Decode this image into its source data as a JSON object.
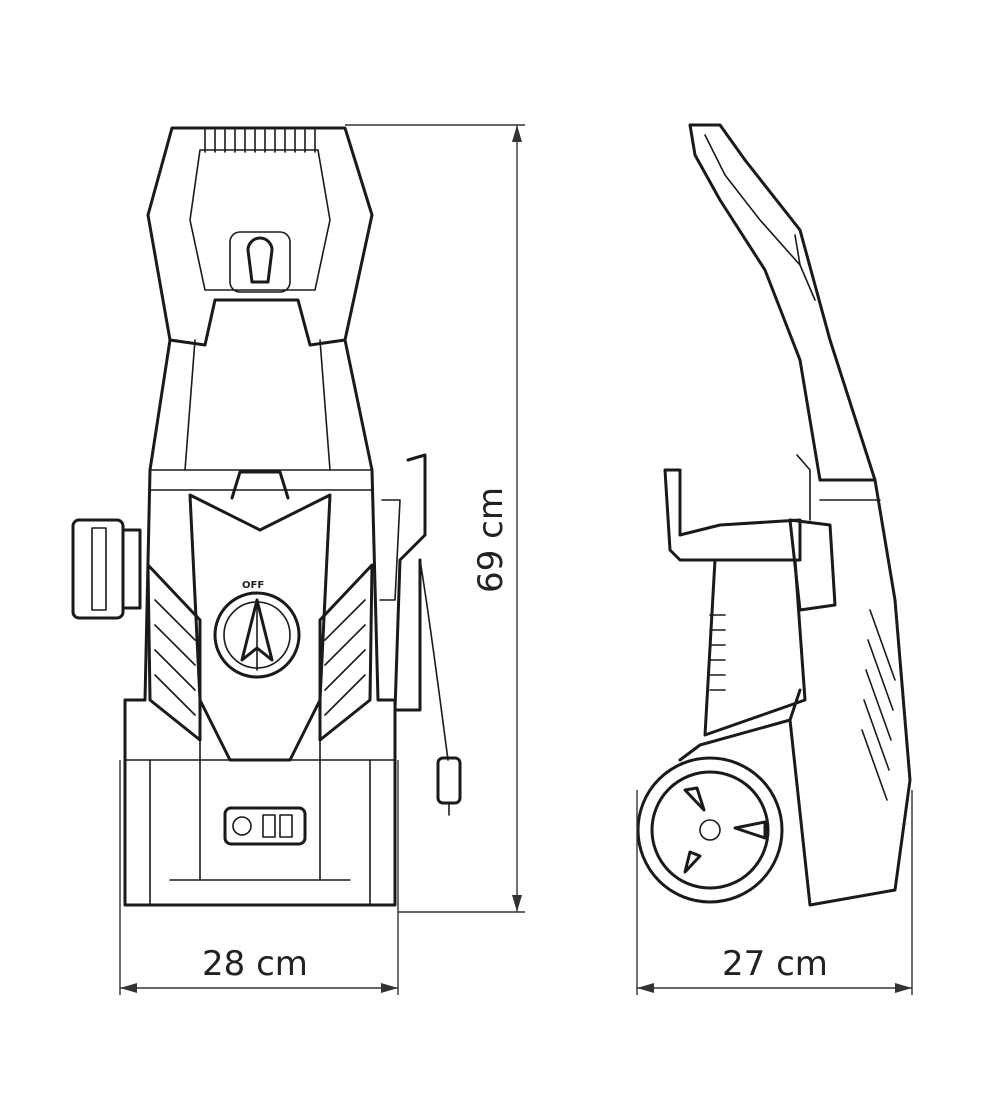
{
  "diagram": {
    "dimensions": {
      "front_width": "28 cm",
      "height": "69 cm",
      "side_depth": "27 cm"
    },
    "switch_label": "OFF"
  }
}
